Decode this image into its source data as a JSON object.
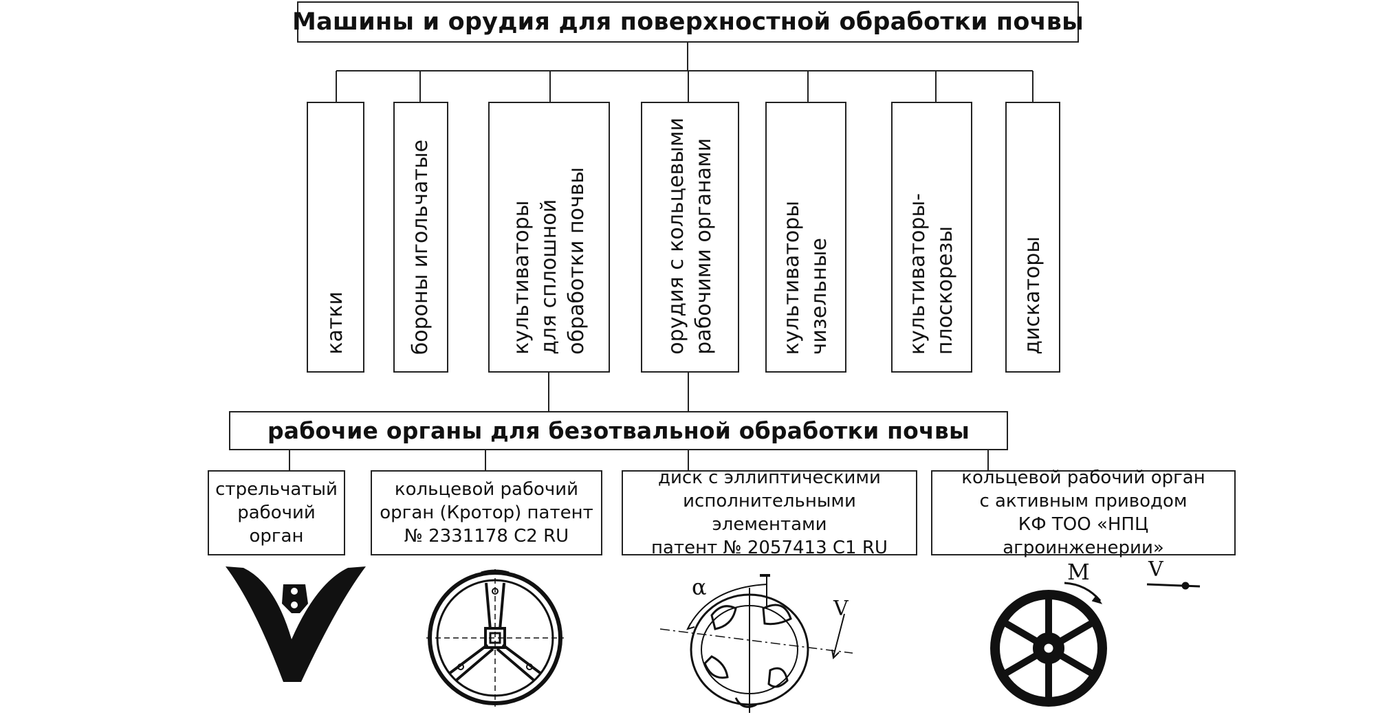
{
  "diagram": {
    "title": "Машины и орудия для поверхностной обработки почвы",
    "categories": [
      {
        "label": "катки"
      },
      {
        "label": "бороны игольчатые"
      },
      {
        "label": "культиваторы\nдля сплошной\nобработки почвы"
      },
      {
        "label": "орудия с кольцевыми\nрабочими органами"
      },
      {
        "label": "культиваторы\nчизельные"
      },
      {
        "label": "культиваторы-\nплоскорезы"
      },
      {
        "label": "дискаторы"
      }
    ],
    "subtitle": "рабочие органы для безотвальной обработки почвы",
    "organs": [
      {
        "label": "стрельчатый\nрабочий\nорган",
        "image": "arrow-shaped-sweep-icon"
      },
      {
        "label": "кольцевой рабочий\nорган (Кротор) патент\n№ 2331178 C2 RU",
        "image": "krotor-ring-wheel-icon"
      },
      {
        "label": "диск с эллиптическими\nисполнительными элементами\nпатент № 2057413 C1 RU",
        "image": "elliptical-element-disc-icon"
      },
      {
        "label": "кольцевой рабочий орган\nс активным приводом\nКФ ТОО «НПЦ агроинженерии»",
        "image": "active-drive-ring-icon"
      }
    ],
    "drawing_labels": {
      "alpha": "α",
      "velocity": "V",
      "moment": "M"
    },
    "colors": {
      "line": "#222222",
      "fill": "#111111",
      "background": "#ffffff"
    }
  }
}
